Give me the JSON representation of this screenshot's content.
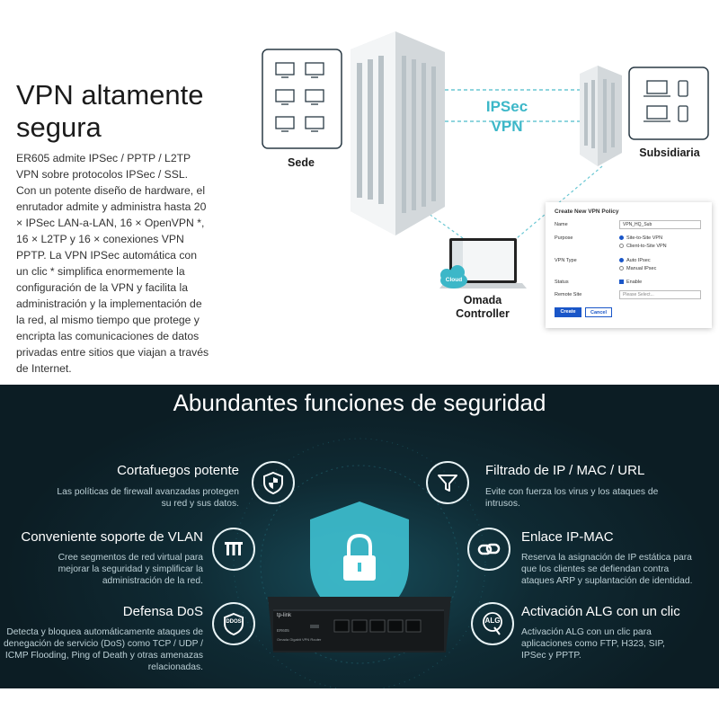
{
  "vpn": {
    "title": "VPN altamente segura",
    "description": "ER605 admite IPSec / PPTP / L2TP VPN sobre protocolos IPSec / SSL. Con un potente diseño de hardware, el enrutador admite y administra hasta 20 × IPSec LAN-a-LAN, 16 × OpenVPN *, 16 × L2TP y 16 × conexiones VPN PPTP. La VPN IPSec automática con un clic * simplifica enormemente la configuración de la VPN y facilita la administración y la implementación de la red, al mismo tiempo que protege y encripta las comunicaciones de datos privadas entre sitios que viajan a través de Internet."
  },
  "diagram": {
    "sede_label": "Sede",
    "subsidiaria_label": "Subsidiaria",
    "ipsec_line1": "IPSec",
    "ipsec_line2": "VPN",
    "controller_line1": "Omada",
    "controller_line2": "Controller",
    "cloud_label": "Cloud"
  },
  "policy_panel": {
    "title": "Create New VPN Policy",
    "name_label": "Name",
    "name_value": "VPN_HQ_Sub",
    "purpose_label": "Purpose",
    "purpose_opt1": "Site-to-Site VPN",
    "purpose_opt2": "Client-to-Site VPN",
    "type_label": "VPN Type",
    "type_opt1": "Auto IPsec",
    "type_opt2": "Manual IPsec",
    "status_label": "Status",
    "status_value": "Enable",
    "remote_label": "Remote Site",
    "remote_placeholder": "Please Select...",
    "create_label": "Create",
    "cancel_label": "Cancel"
  },
  "security": {
    "title": "Abundantes funciones de seguridad",
    "features": {
      "firewall": {
        "title": "Cortafuegos potente",
        "desc": "Las políticas de firewall avanzadas protegen su red y sus datos."
      },
      "vlan": {
        "title": "Conveniente soporte de VLAN",
        "desc": "Cree segmentos de red virtual para mejorar la seguridad y simplificar la administración de la red."
      },
      "dos": {
        "title": "Defensa DoS",
        "desc": "Detecta y bloquea automáticamente ataques de denegación de servicio (DoS) como TCP / UDP / ICMP Flooding, Ping of Death y otras amenazas relacionadas."
      },
      "filter": {
        "title": "Filtrado de IP / MAC / URL",
        "desc": "Evite con fuerza los virus y los ataques de intrusos."
      },
      "ipmac": {
        "title": "Enlace IP-MAC",
        "desc": "Reserva la asignación de IP estática para que los clientes se defiendan contra ataques ARP y suplantación de identidad."
      },
      "alg": {
        "title": "Activación ALG con un clic",
        "desc": "Activación ALG con un clic para aplicaciones como FTP, H323, SIP, IPSec y PPTP."
      }
    },
    "icons": {
      "shield_label": "DDOS",
      "alg_label": "ALG"
    }
  },
  "router": {
    "brand": "tp-link",
    "model": "ER605",
    "subtitle": "Omada Gigabit VPN Router"
  },
  "colors": {
    "accent": "#3cb7c8",
    "dark_bg": "#0f2027",
    "button_blue": "#1a56c8"
  }
}
